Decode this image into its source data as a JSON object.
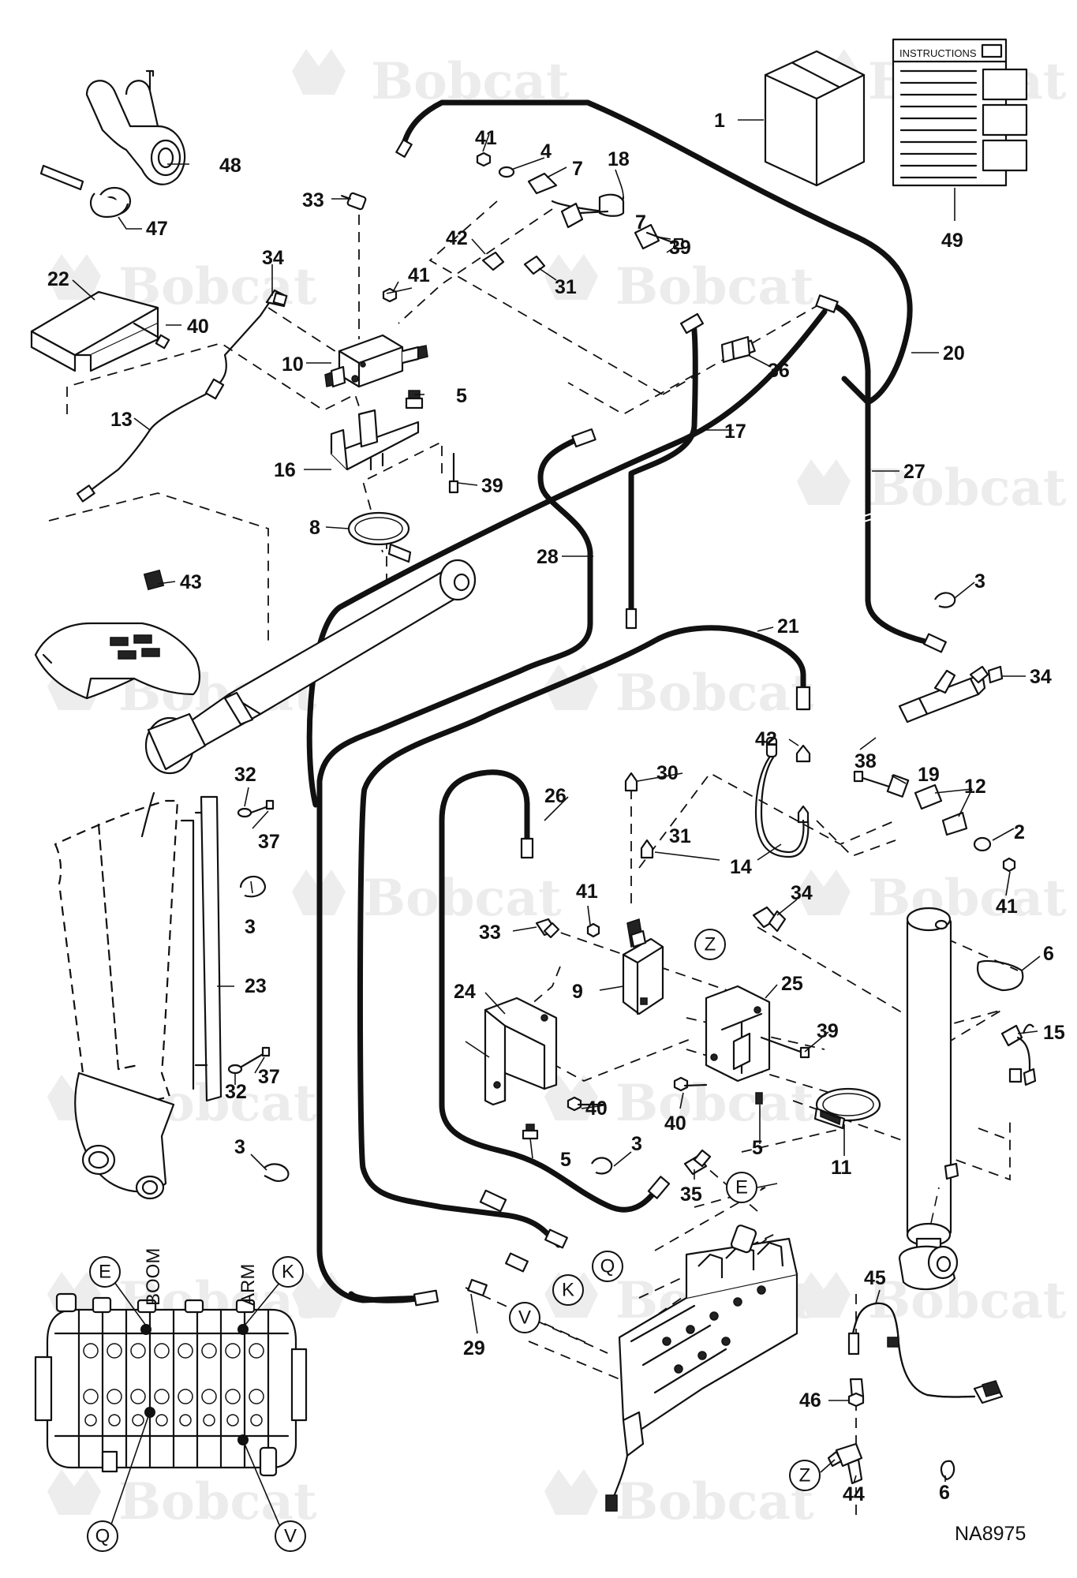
{
  "instructions_label": "INSTRUCTIONS",
  "watermark": "Bobcat",
  "valve_labels": {
    "boom": "BOOM",
    "arm": "ARM"
  },
  "drawing_code": "NA8975",
  "callouts": [
    "1",
    "2",
    "3",
    "4",
    "5",
    "6",
    "7",
    "8",
    "9",
    "10",
    "11",
    "12",
    "13",
    "14",
    "15",
    "16",
    "17",
    "18",
    "19",
    "20",
    "21",
    "22",
    "23",
    "24",
    "25",
    "26",
    "27",
    "28",
    "29",
    "30",
    "31",
    "32",
    "33",
    "34",
    "35",
    "36",
    "37",
    "38",
    "39",
    "40",
    "41",
    "42",
    "43",
    "44",
    "45",
    "46",
    "47",
    "48",
    "49"
  ],
  "connection_letters": [
    "E",
    "K",
    "Q",
    "V",
    "Z"
  ]
}
